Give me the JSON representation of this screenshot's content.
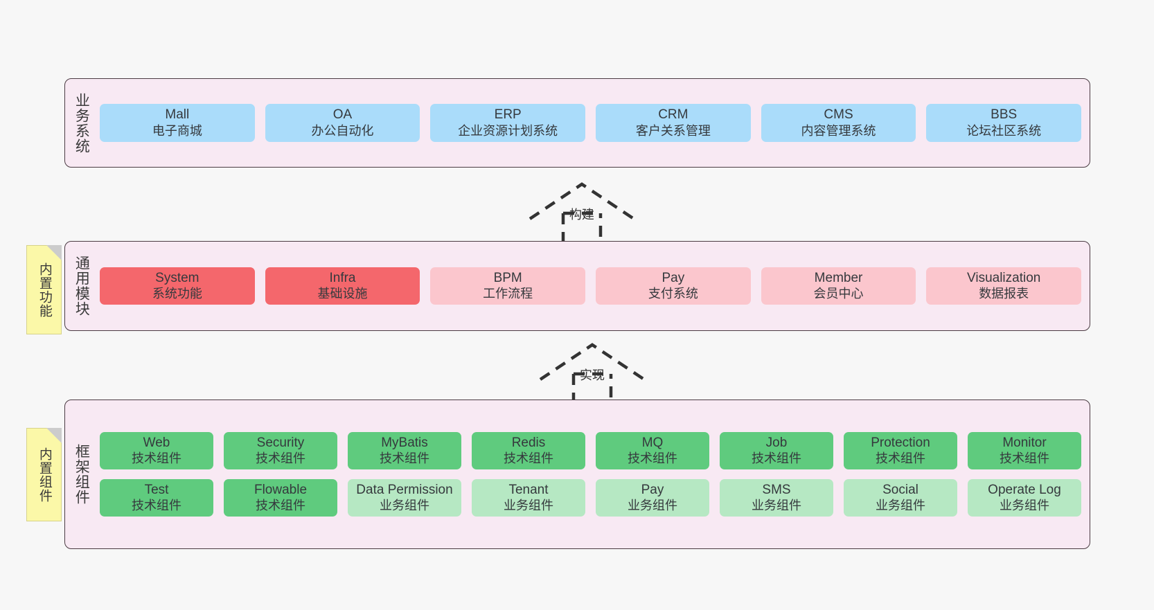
{
  "diagram": {
    "background_color": "#f7f7f7",
    "panel_color": "#f8e9f3",
    "panel_border_color": "#4a3a42"
  },
  "notes": [
    {
      "id": "builtin-function",
      "label": "内置功能",
      "color": "#fbf8a8"
    },
    {
      "id": "builtin-component",
      "label": "内置组件",
      "color": "#fbf8a8"
    }
  ],
  "connectors": [
    {
      "id": "build",
      "label": "构建",
      "style": "dashed-generalization",
      "direction": "up"
    },
    {
      "id": "implement",
      "label": "实现",
      "style": "dashed-generalization",
      "direction": "up"
    }
  ],
  "layers": [
    {
      "id": "business-system",
      "label": "业务系统",
      "rows": [
        {
          "cells": [
            {
              "en": "Mall",
              "cn": "电子商城",
              "color": "#aadcfa",
              "variant": "c-blue"
            },
            {
              "en": "OA",
              "cn": "办公自动化",
              "color": "#aadcfa",
              "variant": "c-blue"
            },
            {
              "en": "ERP",
              "cn": "企业资源计划系统",
              "color": "#aadcfa",
              "variant": "c-blue"
            },
            {
              "en": "CRM",
              "cn": "客户关系管理",
              "color": "#aadcfa",
              "variant": "c-blue"
            },
            {
              "en": "CMS",
              "cn": "内容管理系统",
              "color": "#aadcfa",
              "variant": "c-blue"
            },
            {
              "en": "BBS",
              "cn": "论坛社区系统",
              "color": "#aadcfa",
              "variant": "c-blue"
            }
          ]
        }
      ]
    },
    {
      "id": "common-modules",
      "label": "通用模块",
      "rows": [
        {
          "cells": [
            {
              "en": "System",
              "cn": "系统功能",
              "color": "#f4676c",
              "variant": "c-red"
            },
            {
              "en": "Infra",
              "cn": "基础设施",
              "color": "#f4676c",
              "variant": "c-red"
            },
            {
              "en": "BPM",
              "cn": "工作流程",
              "color": "#fbc6cd",
              "variant": "c-pink"
            },
            {
              "en": "Pay",
              "cn": "支付系统",
              "color": "#fbc6cd",
              "variant": "c-pink"
            },
            {
              "en": "Member",
              "cn": "会员中心",
              "color": "#fbc6cd",
              "variant": "c-pink"
            },
            {
              "en": "Visualization",
              "cn": "数据报表",
              "color": "#fbc6cd",
              "variant": "c-pink"
            }
          ]
        }
      ]
    },
    {
      "id": "framework-components",
      "label": "框架组件",
      "rows": [
        {
          "cells": [
            {
              "en": "Web",
              "cn": "技术组件",
              "color": "#5fcb7e",
              "variant": "c-green"
            },
            {
              "en": "Security",
              "cn": "技术组件",
              "color": "#5fcb7e",
              "variant": "c-green"
            },
            {
              "en": "MyBatis",
              "cn": "技术组件",
              "color": "#5fcb7e",
              "variant": "c-green"
            },
            {
              "en": "Redis",
              "cn": "技术组件",
              "color": "#5fcb7e",
              "variant": "c-green"
            },
            {
              "en": "MQ",
              "cn": "技术组件",
              "color": "#5fcb7e",
              "variant": "c-green"
            },
            {
              "en": "Job",
              "cn": "技术组件",
              "color": "#5fcb7e",
              "variant": "c-green"
            },
            {
              "en": "Protection",
              "cn": "技术组件",
              "color": "#5fcb7e",
              "variant": "c-green"
            },
            {
              "en": "Monitor",
              "cn": "技术组件",
              "color": "#5fcb7e",
              "variant": "c-green"
            }
          ]
        },
        {
          "cells": [
            {
              "en": "Test",
              "cn": "技术组件",
              "color": "#5fcb7e",
              "variant": "c-green"
            },
            {
              "en": "Flowable",
              "cn": "技术组件",
              "color": "#5fcb7e",
              "variant": "c-green"
            },
            {
              "en": "Data Permission",
              "cn": "业务组件",
              "color": "#b6e8c3",
              "variant": "c-lightgreen"
            },
            {
              "en": "Tenant",
              "cn": "业务组件",
              "color": "#b6e8c3",
              "variant": "c-lightgreen"
            },
            {
              "en": "Pay",
              "cn": "业务组件",
              "color": "#b6e8c3",
              "variant": "c-lightgreen"
            },
            {
              "en": "SMS",
              "cn": "业务组件",
              "color": "#b6e8c3",
              "variant": "c-lightgreen"
            },
            {
              "en": "Social",
              "cn": "业务组件",
              "color": "#b6e8c3",
              "variant": "c-lightgreen"
            },
            {
              "en": "Operate Log",
              "cn": "业务组件",
              "color": "#b6e8c3",
              "variant": "c-lightgreen"
            }
          ]
        }
      ]
    }
  ]
}
